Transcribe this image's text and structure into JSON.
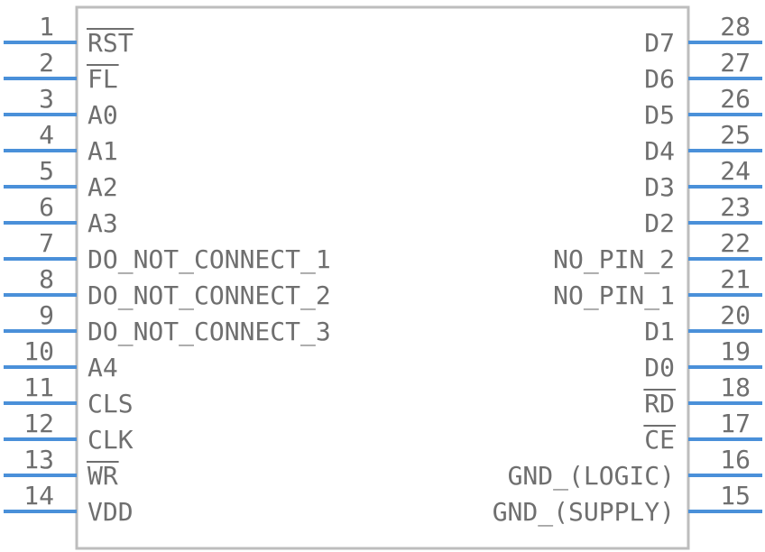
{
  "colors": {
    "pin": "#4a90d9",
    "text": "#6f6f6f",
    "outline": "#bdbdbd",
    "background": "#ffffff"
  },
  "pins_left": [
    {
      "num": "1",
      "label": "RST",
      "active_low": true
    },
    {
      "num": "2",
      "label": "FL",
      "active_low": true
    },
    {
      "num": "3",
      "label": "A0",
      "active_low": false
    },
    {
      "num": "4",
      "label": "A1",
      "active_low": false
    },
    {
      "num": "5",
      "label": "A2",
      "active_low": false
    },
    {
      "num": "6",
      "label": "A3",
      "active_low": false
    },
    {
      "num": "7",
      "label": "DO_NOT_CONNECT_1",
      "active_low": false
    },
    {
      "num": "8",
      "label": "DO_NOT_CONNECT_2",
      "active_low": false
    },
    {
      "num": "9",
      "label": "DO_NOT_CONNECT_3",
      "active_low": false
    },
    {
      "num": "10",
      "label": "A4",
      "active_low": false
    },
    {
      "num": "11",
      "label": "CLS",
      "active_low": false
    },
    {
      "num": "12",
      "label": "CLK",
      "active_low": false
    },
    {
      "num": "13",
      "label": "WR",
      "active_low": true
    },
    {
      "num": "14",
      "label": "VDD",
      "active_low": false
    }
  ],
  "pins_right": [
    {
      "num": "28",
      "label": "D7",
      "active_low": false
    },
    {
      "num": "27",
      "label": "D6",
      "active_low": false
    },
    {
      "num": "26",
      "label": "D5",
      "active_low": false
    },
    {
      "num": "25",
      "label": "D4",
      "active_low": false
    },
    {
      "num": "24",
      "label": "D3",
      "active_low": false
    },
    {
      "num": "23",
      "label": "D2",
      "active_low": false
    },
    {
      "num": "22",
      "label": "NO_PIN_2",
      "active_low": false
    },
    {
      "num": "21",
      "label": "NO_PIN_1",
      "active_low": false
    },
    {
      "num": "20",
      "label": "D1",
      "active_low": false
    },
    {
      "num": "19",
      "label": "D0",
      "active_low": false
    },
    {
      "num": "18",
      "label": "RD",
      "active_low": true
    },
    {
      "num": "17",
      "label": "CE",
      "active_low": true
    },
    {
      "num": "16",
      "label": "GND_(LOGIC)",
      "active_low": false
    },
    {
      "num": "15",
      "label": "GND_(SUPPLY)",
      "active_low": false
    }
  ]
}
